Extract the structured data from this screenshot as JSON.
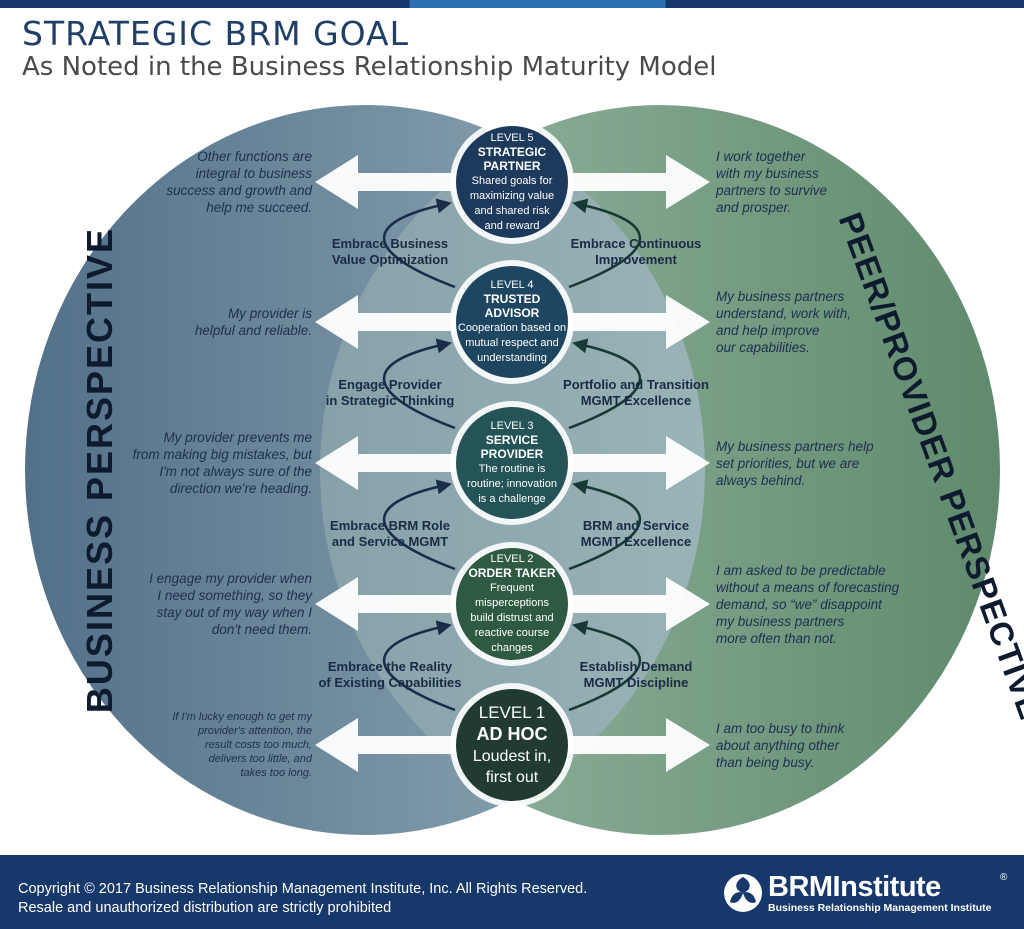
{
  "header": {
    "title": "STRATEGIC BRM GOAL",
    "subtitle": "As Noted in the Business Relationship Maturity Model"
  },
  "sides": {
    "left": "BUSINESS PERSPECTIVE",
    "right": "PEER/PROVIDER PERSPECTIVE"
  },
  "levels": [
    {
      "level": "LEVEL 5",
      "title_lines": [
        "STRATEGIC",
        "PARTNER"
      ],
      "desc_lines": [
        "Shared goals for",
        "maximizing value",
        "and shared risk",
        "and reward"
      ]
    },
    {
      "level": "LEVEL 4",
      "title_lines": [
        "TRUSTED",
        "ADVISOR"
      ],
      "desc_lines": [
        "Cooperation based on",
        "mutual respect and",
        "understanding"
      ]
    },
    {
      "level": "LEVEL 3",
      "title_lines": [
        "SERVICE",
        "PROVIDER"
      ],
      "desc_lines": [
        "The routine is",
        "routine; innovation",
        "is a challenge"
      ]
    },
    {
      "level": "LEVEL 2",
      "title_lines": [
        "ORDER TAKER"
      ],
      "desc_lines": [
        "Frequent",
        "misperceptions",
        "build distrust and",
        "reactive course",
        "changes"
      ]
    },
    {
      "level": "LEVEL 1",
      "title_lines": [
        "AD HOC"
      ],
      "desc_lines": [
        "Loudest in,",
        "first out"
      ]
    }
  ],
  "left_quotes": [
    [
      "Other functions are",
      "integral to business",
      "success and growth and",
      "help me succeed."
    ],
    [
      "My provider is",
      "helpful and reliable."
    ],
    [
      "My provider prevents me",
      "from making big mistakes, but",
      "I'm not always sure of the",
      "direction we're heading."
    ],
    [
      "I engage my provider when",
      "I need something, so they",
      "stay out of my way when I",
      "don't need them."
    ],
    [
      "If I'm lucky enough to get my",
      "provider's attention, the",
      "result costs too much,",
      "delivers too little, and",
      "takes too long."
    ]
  ],
  "right_quotes": [
    [
      "I work together",
      "with my business",
      "partners to survive",
      "and prosper."
    ],
    [
      "My business partners",
      "understand, work with,",
      "and help improve",
      "our capabilities."
    ],
    [
      "My business partners help",
      "set priorities, but we are",
      "always behind."
    ],
    [
      "I am asked to be predictable",
      "without a means of forecasting",
      "demand, so “we” disappoint",
      "my business partners",
      "more often than not."
    ],
    [
      "I am too busy to think",
      "about anything other",
      "than being busy."
    ]
  ],
  "left_transitions": [
    [
      "Embrace Business",
      "Value Optimization"
    ],
    [
      "Engage Provider",
      "in Strategic Thinking"
    ],
    [
      "Embrace BRM Role",
      "and Service MGMT"
    ],
    [
      "Embrace the Reality",
      "of Existing Capabilities"
    ]
  ],
  "right_transitions": [
    [
      "Embrace Continuous",
      "Improvement"
    ],
    [
      "Portfolio and Transition",
      "MGMT Excellence"
    ],
    [
      "BRM and Service",
      "MGMT Excellence"
    ],
    [
      "Establish Demand",
      "MGMT Discipline"
    ]
  ],
  "footer": {
    "copyright_line1": "Copyright © 2017 Business Relationship Management Institute, Inc. All Rights Reserved.",
    "copyright_line2": "Resale and unauthorized distribution are strictly prohibited",
    "logo_main": "BRMInstitute",
    "logo_sub": "Business Relationship Management Institute"
  },
  "colors": {
    "title": "#1f3f66",
    "left_circle": "#4f6f86",
    "right_circle": "#6f9a7a",
    "level_colors": [
      "#1d3a5c",
      "#1e4660",
      "#245457",
      "#2f5a42",
      "#223b30"
    ],
    "footer": "#17386b"
  },
  "icons": [
    "brm-logo-icon",
    "registered-icon"
  ]
}
